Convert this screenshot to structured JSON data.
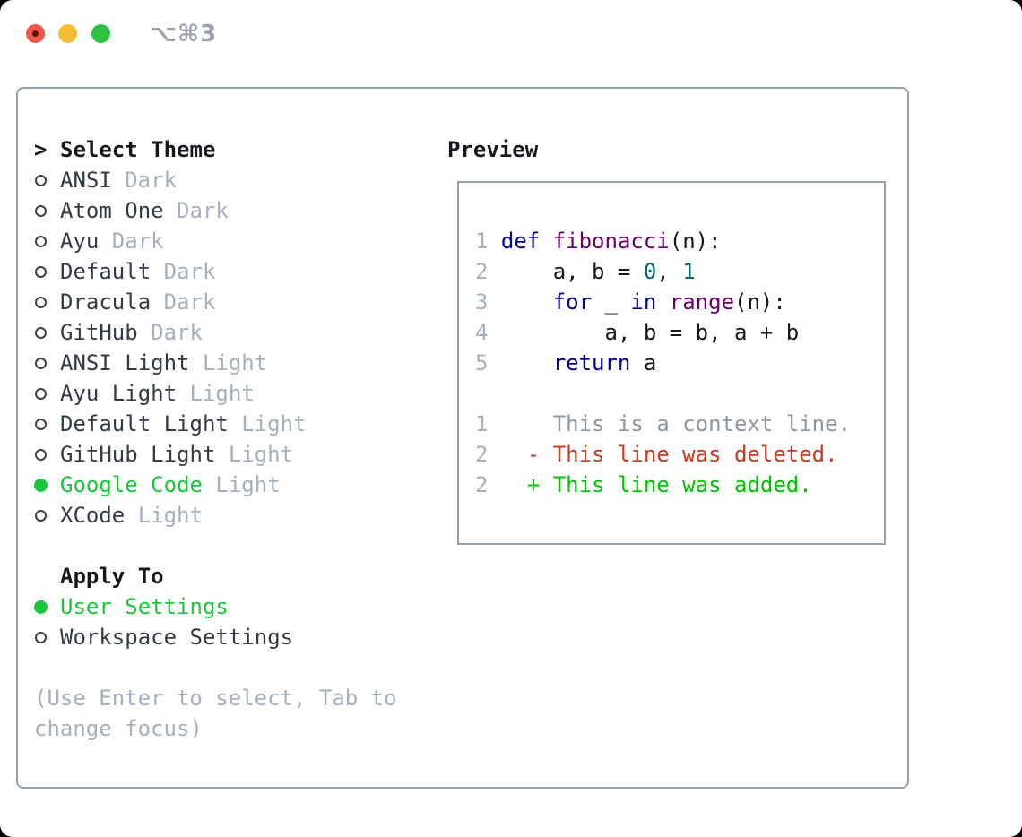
{
  "window": {
    "title": "⌥⌘3"
  },
  "titlebar_icons": [
    {
      "name": "close-button",
      "color": "#f2564c"
    },
    {
      "name": "minimize-button",
      "color": "#f6bd33"
    },
    {
      "name": "zoom-button",
      "color": "#32c243"
    }
  ],
  "theme_list": {
    "title_marker": ">",
    "title": "Select Theme",
    "items": [
      {
        "name": "ANSI",
        "variant": "Dark",
        "selected": false
      },
      {
        "name": "Atom One",
        "variant": "Dark",
        "selected": false
      },
      {
        "name": "Ayu",
        "variant": "Dark",
        "selected": false
      },
      {
        "name": "Default",
        "variant": "Dark",
        "selected": false
      },
      {
        "name": "Dracula",
        "variant": "Dark",
        "selected": false
      },
      {
        "name": "GitHub",
        "variant": "Dark",
        "selected": false
      },
      {
        "name": "ANSI Light",
        "variant": "Light",
        "selected": false
      },
      {
        "name": "Ayu Light",
        "variant": "Light",
        "selected": false
      },
      {
        "name": "Default Light",
        "variant": "Light",
        "selected": false
      },
      {
        "name": "GitHub Light",
        "variant": "Light",
        "selected": false
      },
      {
        "name": "Google Code",
        "variant": "Light",
        "selected": true
      },
      {
        "name": "XCode",
        "variant": "Light",
        "selected": false
      }
    ]
  },
  "apply_to": {
    "title": "Apply To",
    "options": [
      {
        "label": "User Settings",
        "selected": true
      },
      {
        "label": "Workspace Settings",
        "selected": false
      }
    ]
  },
  "help_text": "(Use Enter to select, Tab to change focus)",
  "preview": {
    "title": "Preview",
    "code_lines": [
      {
        "number": "1",
        "tokens": [
          {
            "t": "def",
            "c": "keyword"
          },
          {
            "t": " ",
            "c": "plain"
          },
          {
            "t": "fibonacci",
            "c": "title"
          },
          {
            "t": "(n):",
            "c": "plain"
          }
        ]
      },
      {
        "number": "2",
        "tokens": [
          {
            "t": "    a, b = ",
            "c": "plain"
          },
          {
            "t": "0",
            "c": "number"
          },
          {
            "t": ", ",
            "c": "plain"
          },
          {
            "t": "1",
            "c": "number"
          }
        ]
      },
      {
        "number": "3",
        "tokens": [
          {
            "t": "    ",
            "c": "plain"
          },
          {
            "t": "for",
            "c": "keyword"
          },
          {
            "t": " _ ",
            "c": "plain"
          },
          {
            "t": "in",
            "c": "keyword"
          },
          {
            "t": " ",
            "c": "plain"
          },
          {
            "t": "range",
            "c": "title"
          },
          {
            "t": "(n):",
            "c": "plain"
          }
        ]
      },
      {
        "number": "4",
        "tokens": [
          {
            "t": "        a, b = b, a + b",
            "c": "plain"
          }
        ]
      },
      {
        "number": "5",
        "tokens": [
          {
            "t": "    ",
            "c": "plain"
          },
          {
            "t": "return",
            "c": "keyword"
          },
          {
            "t": " a",
            "c": "plain"
          }
        ]
      }
    ],
    "diff_lines": [
      {
        "number": "1",
        "marker": " ",
        "text": "This is a context line.",
        "kind": "context"
      },
      {
        "number": "2",
        "marker": "-",
        "text": "This line was deleted.",
        "kind": "deleted"
      },
      {
        "number": "2",
        "marker": "+",
        "text": "This line was added.",
        "kind": "added"
      }
    ]
  },
  "colors": {
    "accent_green": "#1dc53c",
    "diff_added": "#00c300",
    "diff_deleted": "#c9381f",
    "diff_context": "#8e969e",
    "code_keyword": "#000088",
    "code_title": "#660066",
    "code_number": "#006666",
    "muted_gray": "#a6b0bd",
    "border_gray": "#96a0af"
  }
}
